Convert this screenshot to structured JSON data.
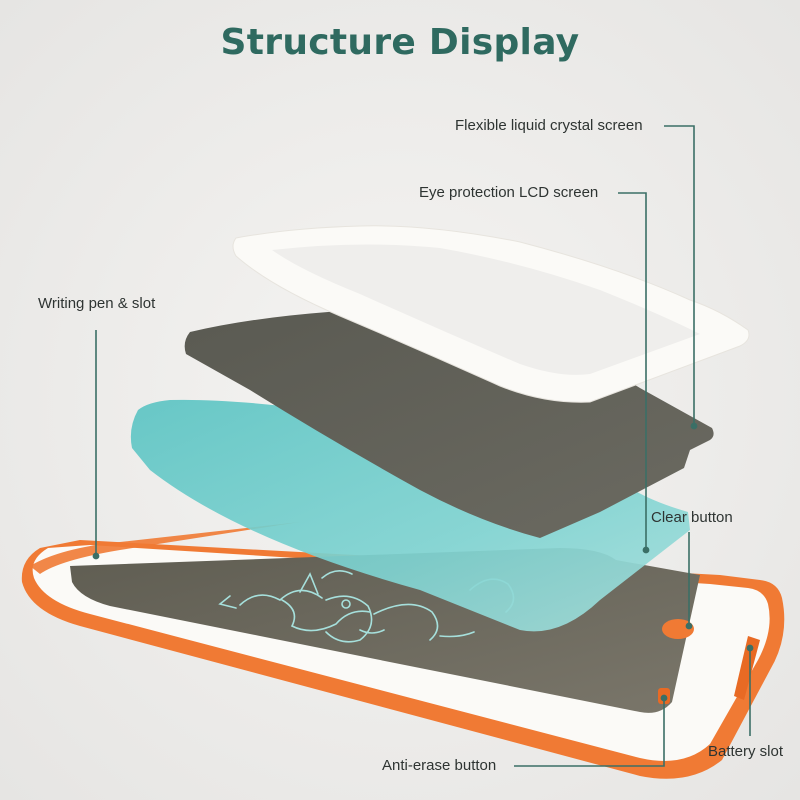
{
  "title": "Structure Display",
  "labels": {
    "flexible_screen": "Flexible liquid crystal screen",
    "eye_protection": "Eye protection LCD screen",
    "writing_pen": "Writing pen & slot",
    "clear_button": "Clear button",
    "anti_erase": "Anti-erase button",
    "battery_slot": "Battery slot"
  },
  "colors": {
    "title": "#2f6a60",
    "leader_line": "#3b6f66",
    "frame_orange": "#f07a34",
    "tablet_white": "#fbfaf7",
    "lcd_dark": "#6e6b60",
    "cyan_layer": "#63c8c6",
    "background": "#efeeec"
  }
}
